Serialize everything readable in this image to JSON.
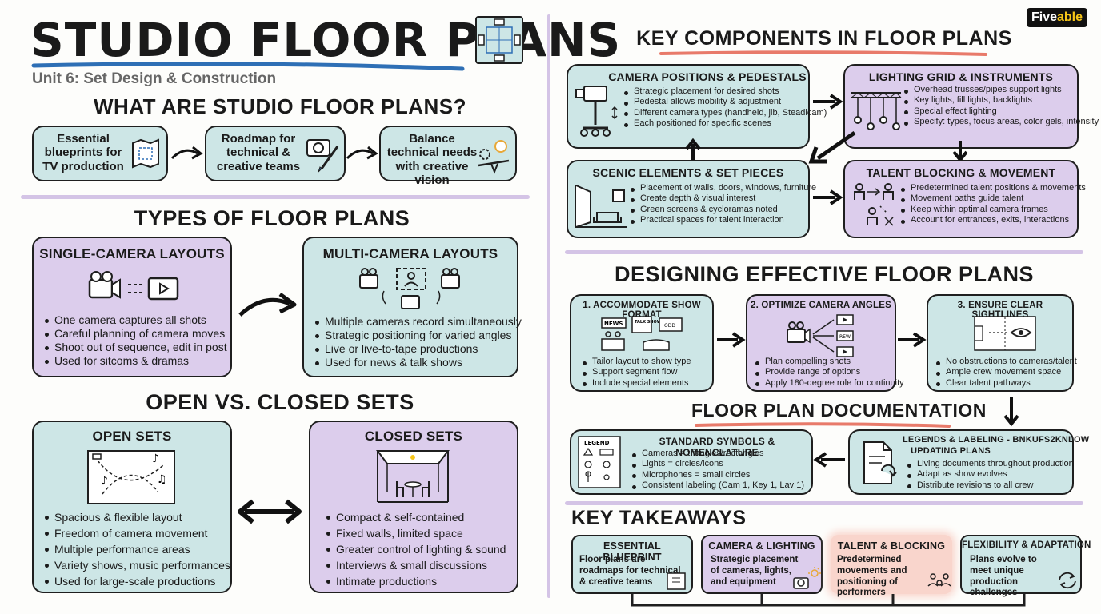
{
  "header": {
    "title": "STUDIO FLOOR PLANS",
    "subtitle": "Unit 6: Set Design & Construction",
    "brand": "Fiveable",
    "brand_first": "Five",
    "brand_second": "able"
  },
  "what_are": {
    "heading": "WHAT ARE STUDIO FLOOR PLANS?",
    "cards": [
      "Essential blueprints for TV production",
      "Roadmap for technical & creative teams",
      "Balance technical needs with creative vision"
    ]
  },
  "types": {
    "heading": "TYPES OF FLOOR PLANS",
    "single": {
      "title": "SINGLE-CAMERA LAYOUTS",
      "bullets": [
        "One camera captures all shots",
        "Careful planning of camera moves",
        "Shoot out of sequence, edit in post",
        "Used for sitcoms & dramas"
      ]
    },
    "multi": {
      "title": "MULTI-CAMERA LAYOUTS",
      "bullets": [
        "Multiple cameras record simultaneously",
        "Strategic positioning for varied angles",
        "Live or live-to-tape productions",
        "Used for news & talk shows"
      ]
    }
  },
  "sets": {
    "heading": "OPEN VS. CLOSED SETS",
    "open": {
      "title": "OPEN SETS",
      "bullets": [
        "Spacious & flexible layout",
        "Freedom of camera movement",
        "Multiple performance areas",
        "Variety shows, music performances",
        "Used for large-scale productions"
      ]
    },
    "closed": {
      "title": "CLOSED SETS",
      "bullets": [
        "Compact & self-contained",
        "Fixed walls, limited space",
        "Greater control of lighting & sound",
        "Interviews & small discussions",
        "Intimate productions"
      ]
    }
  },
  "components": {
    "heading": "KEY COMPONENTS IN FLOOR PLANS",
    "camera": {
      "title": "CAMERA POSITIONS & PEDESTALS",
      "bullets": [
        "Strategic placement for desired shots",
        "Pedestal allows mobility & adjustment",
        "Different camera types (handheld, jib, Steadicam)",
        "Each positioned for specific scenes"
      ]
    },
    "lighting": {
      "title": "LIGHTING GRID & INSTRUMENTS",
      "bullets": [
        "Overhead trusses/pipes support lights",
        "Key lights, fill lights, backlights",
        "Special effect lighting",
        "Specify: types, focus areas, color gels, intensity"
      ]
    },
    "scenic": {
      "title": "SCENIC ELEMENTS & SET PIECES",
      "bullets": [
        "Placement of walls, doors, windows, furniture",
        "Create depth & visual interest",
        "Green screens & cycloramas noted",
        "Practical spaces for talent interaction"
      ]
    },
    "talent": {
      "title": "TALENT BLOCKING & MOVEMENT",
      "bullets": [
        "Predetermined talent positions & movements",
        "Movement paths guide talent",
        "Keep within optimal camera frames",
        "Account for entrances, exits, interactions"
      ]
    }
  },
  "designing": {
    "heading": "DESIGNING EFFECTIVE FLOOR PLANS",
    "step1": {
      "title": "1. ACCOMMODATE SHOW FORMAT",
      "bullets": [
        "Tailor layout to show type",
        "Support segment flow",
        "Include special elements"
      ],
      "labels": [
        "NEWS",
        "TALK SHOW",
        "ODD"
      ]
    },
    "step2": {
      "title": "2. OPTIMIZE CAMERA ANGLES",
      "bullets": [
        "Plan compelling shots",
        "Provide range of options",
        "Apply 180-degree role for continuity"
      ],
      "labels": [
        "REW"
      ]
    },
    "step3": {
      "title": "3. ENSURE CLEAR SIGHTLINES",
      "bullets": [
        "No obstructions to cameras/talent",
        "Ample crew movement space",
        "Clear talent pathways"
      ]
    }
  },
  "documentation": {
    "heading": "FLOOR PLAN DOCUMENTATION",
    "symbols": {
      "title": "STANDARD SYMBOLS & NOMENCLATURE",
      "legend_label": "LEGEND",
      "bullets": [
        "Cameras = triangles/rectangles",
        "Lights = circles/icons",
        "Microphones = small circles",
        "Consistent labeling (Cam 1, Key 1, Lav 1)"
      ]
    },
    "legends": {
      "title_line1": "LEGENDS & LABELING - BNKUFS2KNLOW",
      "title_line2": "UPDATING PLANS",
      "bullets": [
        "Living documents throughout production",
        "Adapt as show evolves",
        "Distribute revisions to all crew"
      ]
    }
  },
  "takeaways": {
    "heading": "KEY TAKEAWAYS",
    "cards": [
      {
        "title": "ESSENTIAL BLUEPRINT",
        "text": "Floor plans are roadmaps for technical & creative teams"
      },
      {
        "title": "CAMERA & LIGHTING",
        "text": "Strategic placement of cameras, lights, and equipment"
      },
      {
        "title": "TALENT & BLOCKING",
        "text": "Predetermined movements and positioning of performers"
      },
      {
        "title": "FLEXIBILITY & ADAPTATION",
        "text": "Plans evolve to meet unique production challenges"
      }
    ]
  },
  "colors": {
    "teal": "#cde6e6",
    "lavender": "#dccdec",
    "peach": "#f9d5cc",
    "title_underline": "#2e6fb5",
    "heading_underline": "#e87a6a"
  }
}
